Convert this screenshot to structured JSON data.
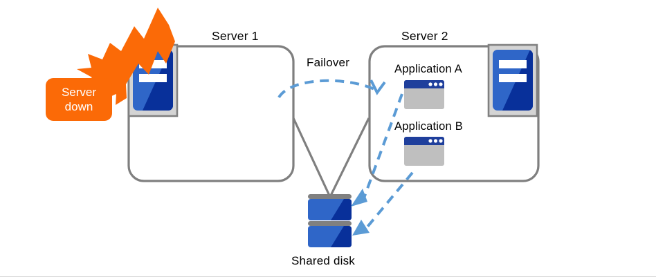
{
  "diagram": {
    "type": "failover-cluster-diagram",
    "servers": [
      {
        "id": "server-1",
        "title": "Server 1",
        "state": "down",
        "icon": "server-icon",
        "applications": []
      },
      {
        "id": "server-2",
        "title": "Server 2",
        "state": "active",
        "icon": "server-icon",
        "applications": [
          {
            "label": "Application  A",
            "icon": "application-window-icon"
          },
          {
            "label": "Application  B",
            "icon": "application-window-icon"
          }
        ]
      }
    ],
    "storage": {
      "label": "Shared disk",
      "icon": "disk-stack-icon"
    },
    "callout": {
      "line1": "Server",
      "line2": "down",
      "icon": "burst-icon"
    },
    "transition": {
      "label": "Failover",
      "arrow": "dashed-curved-arrow"
    },
    "connections": [
      {
        "from": "server-1",
        "to": "shared-disk",
        "style": "solid-gray"
      },
      {
        "from": "server-2",
        "to": "shared-disk",
        "style": "solid-gray"
      },
      {
        "from": "application-a",
        "to": "shared-disk",
        "style": "dashed-blue-arrow"
      },
      {
        "from": "application-b",
        "to": "shared-disk",
        "style": "dashed-blue-arrow"
      }
    ],
    "colors": {
      "box_border": "#7f7f7f",
      "accent_blue": "#1f4fb0",
      "icon_blue_light": "#2f66c8",
      "icon_blue_dark": "#08309a",
      "dashed_blue": "#5b9bd5",
      "callout_orange": "#fb6a07",
      "icon_frame_gray": "#d4d4d4",
      "window_body_gray": "#bfbfbf",
      "text": "#000000"
    }
  }
}
